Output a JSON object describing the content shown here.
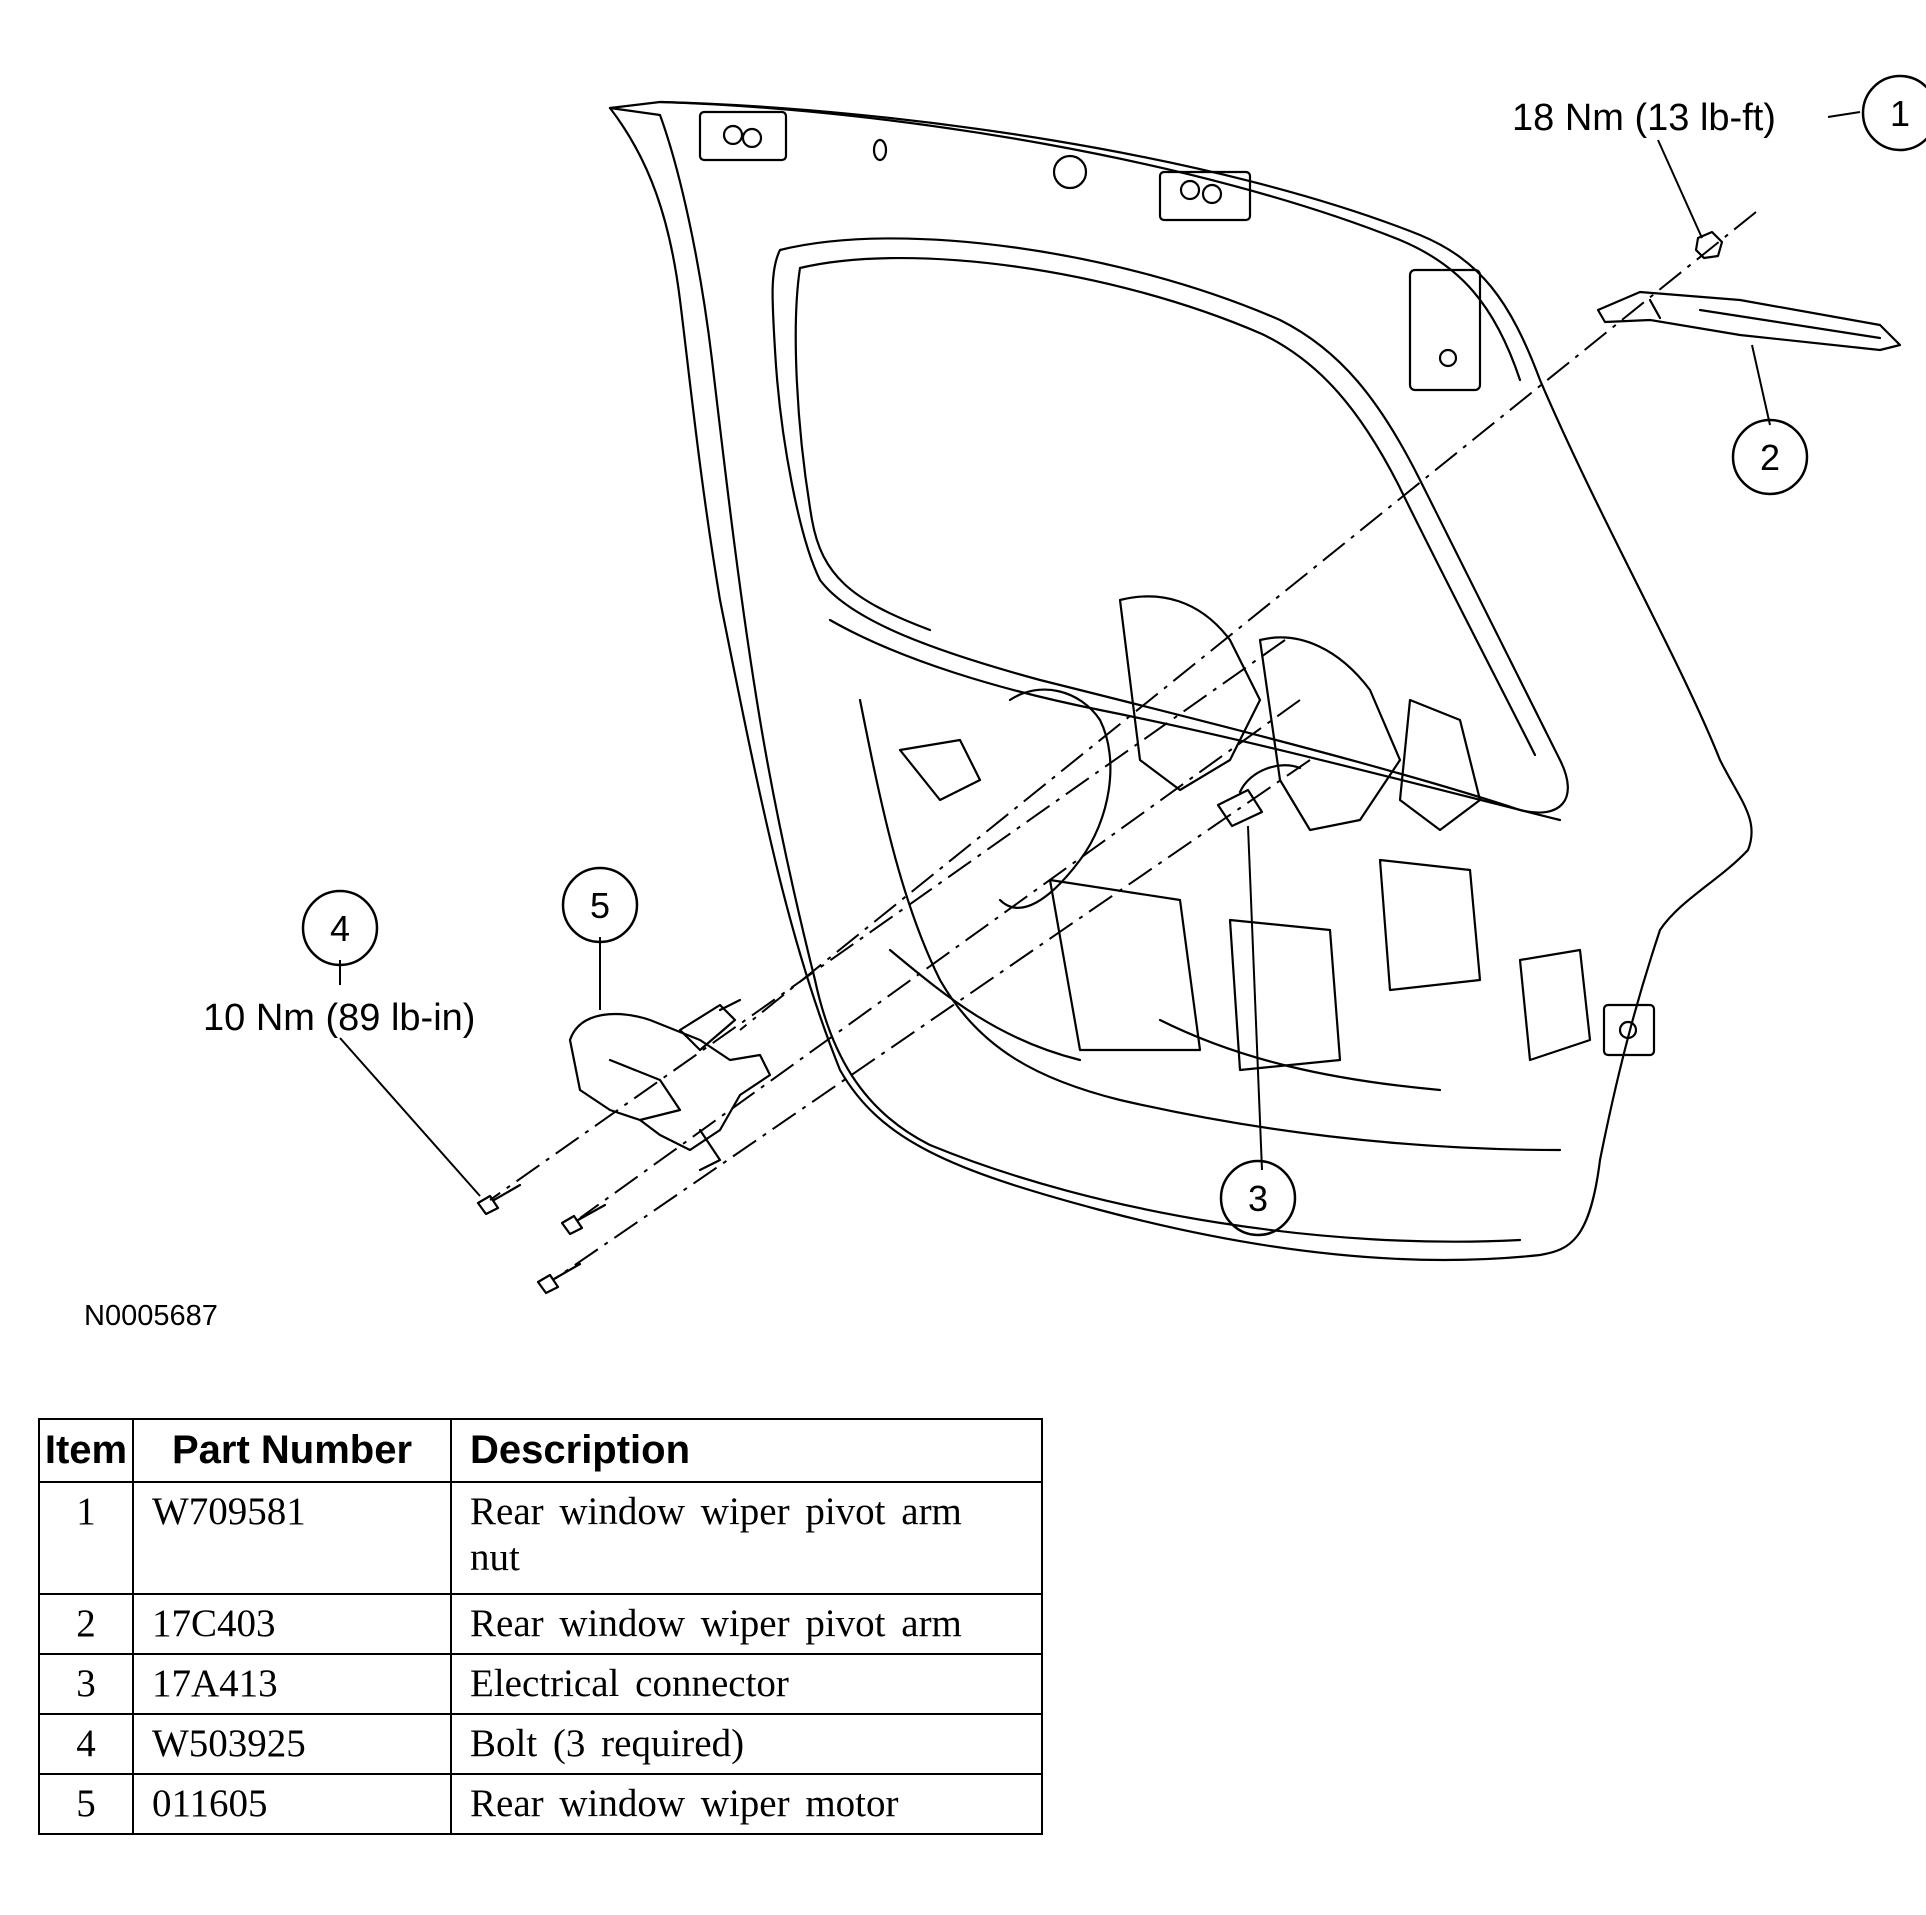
{
  "callouts": {
    "c1": {
      "number": "1",
      "torque": "18 Nm (13 lb-ft)"
    },
    "c2": {
      "number": "2"
    },
    "c3": {
      "number": "3"
    },
    "c4": {
      "number": "4",
      "torque": "10 Nm (89 lb-in)"
    },
    "c5": {
      "number": "5"
    }
  },
  "figure_id": "N0005687",
  "table": {
    "headers": {
      "item": "Item",
      "part_number": "Part Number",
      "description": "Description"
    },
    "rows": [
      {
        "item": "1",
        "part_number": "W709581",
        "description": "Rear window wiper pivot arm nut"
      },
      {
        "item": "2",
        "part_number": "17C403",
        "description": "Rear window wiper pivot arm"
      },
      {
        "item": "3",
        "part_number": "17A413",
        "description": "Electrical connector"
      },
      {
        "item": "4",
        "part_number": "W503925",
        "description": "Bolt (3 required)"
      },
      {
        "item": "5",
        "part_number": "011605",
        "description": "Rear window wiper motor"
      }
    ]
  }
}
